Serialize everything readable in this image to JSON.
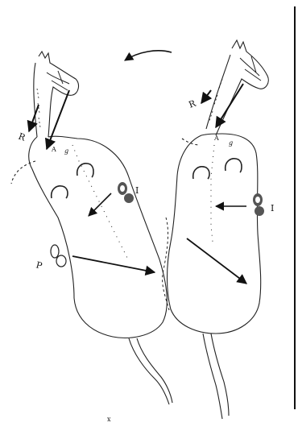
{
  "figure": {
    "labels": {
      "left_horse": {
        "r": "R",
        "a": "A",
        "g": "g",
        "i": "I",
        "p": "P"
      },
      "right_horse": {
        "r": "R",
        "a": "A",
        "g": "g",
        "i": "I"
      },
      "bottom_mark": "x"
    },
    "colors": {
      "ink": "#111111",
      "paper": "#ffffff",
      "hoof_fill": "#555555"
    },
    "icons": {
      "rotation_arrow": "curved-arrow-icon",
      "hoof_prints": "hoof-print-icon"
    }
  }
}
